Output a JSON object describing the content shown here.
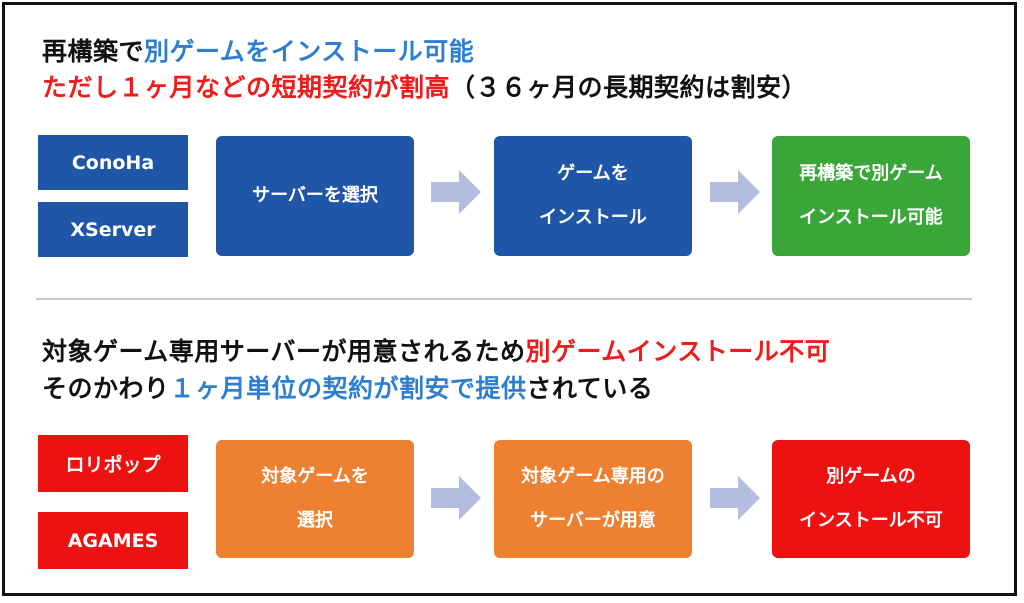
{
  "top": {
    "heading1": {
      "part1": "再構築で",
      "part2": "別ゲームをインストール可能"
    },
    "heading2": {
      "part1": "ただし１ヶ月などの短期契約が割高",
      "part2": "（３６ヶ月の長期契約は割安）"
    },
    "providers": [
      "ConoHa",
      "XServer"
    ],
    "steps": [
      {
        "lines": [
          "サーバーを選択"
        ]
      },
      {
        "lines": [
          "ゲームを",
          "インストール"
        ]
      },
      {
        "lines": [
          "再構築で別ゲーム",
          "インストール可能"
        ]
      }
    ]
  },
  "bottom": {
    "heading1": {
      "part1": "対象ゲーム専用サーバーが用意されるため",
      "part2": "別ゲームインストール不可"
    },
    "heading2": {
      "part1": "そのかわり",
      "part2": "１ヶ月単位の契約が割安で提供",
      "part3": "されている"
    },
    "providers": [
      "ロリポップ",
      "AGAMES"
    ],
    "steps": [
      {
        "lines": [
          "対象ゲームを",
          "選択"
        ]
      },
      {
        "lines": [
          "対象ゲーム専用の",
          "サーバーが用意"
        ]
      },
      {
        "lines": [
          "別ゲームの",
          "インストール不可"
        ]
      }
    ]
  },
  "colors": {
    "navy": "#1f56a8",
    "green": "#3aa63a",
    "red": "#ee1111",
    "orange": "#ee8131",
    "blue_text": "#2f7fd0",
    "red_text": "#ee1c1c",
    "arrow": "#b4bde0"
  }
}
